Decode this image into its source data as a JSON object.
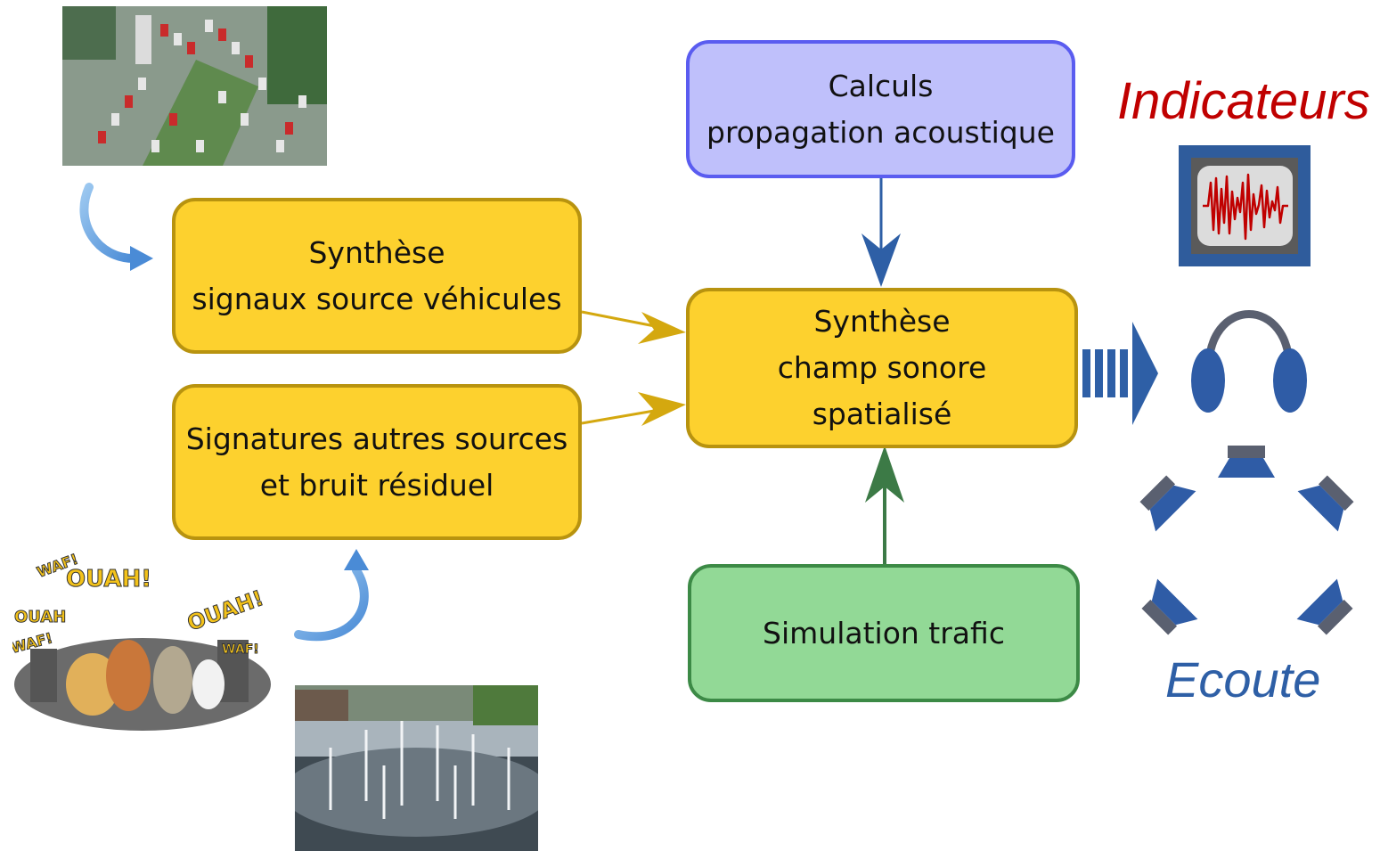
{
  "boxes": {
    "synthese_signaux": [
      "Synthèse",
      "signaux source véhicules"
    ],
    "signatures": [
      "Signatures autres sources",
      "et bruit résiduel"
    ],
    "calculs": [
      "Calculs",
      "propagation acoustique"
    ],
    "synthese_champ": [
      "Synthèse",
      "champ sonore",
      "spatialisé"
    ],
    "simulation": [
      "Simulation trafic"
    ]
  },
  "labels": {
    "indicateurs": "Indicateurs",
    "ecoute": "Ecoute"
  },
  "cartoon_text": [
    "OUAH!",
    "WAF!",
    "OUAH",
    "WAF!",
    "OUAH!",
    "WAF!"
  ],
  "colors": {
    "box_yellow": "#fdd12e",
    "box_blue": "#bfc0fb",
    "box_green": "#92d996",
    "arrow_yellow": "#d4a80f",
    "arrow_blue": "#2e5fa6",
    "arrow_green": "#3c7a46",
    "indicateurs_red": "#c00000",
    "ecoute_blue": "#2e5fa6"
  }
}
